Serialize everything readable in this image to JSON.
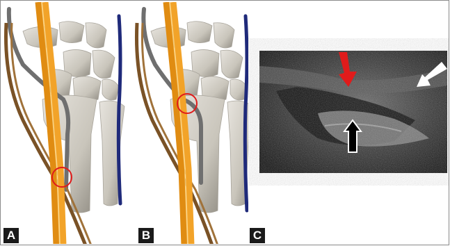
{
  "figure": {
    "panels": [
      {
        "id": "A",
        "label": "A",
        "depicts": "wrist-anatomy-illustration",
        "marker": "red-circle-distal"
      },
      {
        "id": "B",
        "label": "B",
        "depicts": "wrist-anatomy-illustration",
        "marker": "red-circle-proximal"
      },
      {
        "id": "C",
        "label": "C",
        "depicts": "ultrasound-image"
      }
    ],
    "colors": {
      "tendon_orange": "#f2a329",
      "nerve_brown": "#7a5226",
      "vessel_blue": "#1f2a7a",
      "gray_branch": "#6f6f6f",
      "bone": "#cfcbc2",
      "marker_red": "#e01b1b",
      "label_bg": "#1a1a1a"
    },
    "arrows": {
      "red_arrow": "red-arrow-icon",
      "white_arrow": "white-arrow-icon",
      "hollow_arrow": "hollow-arrow-icon"
    }
  }
}
